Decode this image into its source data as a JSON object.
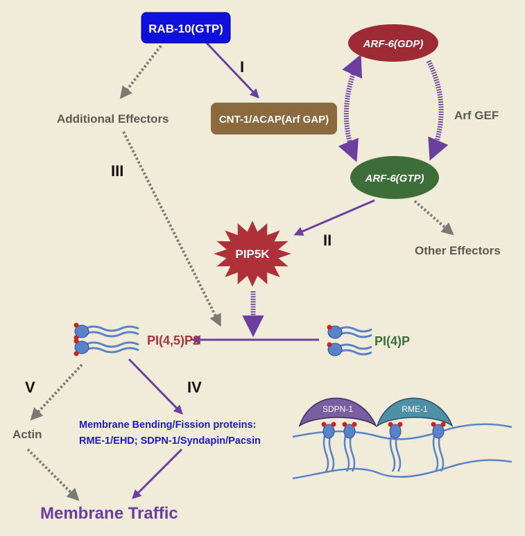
{
  "nodes": {
    "rab10": "RAB-10(GTP)",
    "cnt1": "CNT-1/ACAP(Arf GAP)",
    "arf6_gdp": "ARF-6(GDP)",
    "arf6_gtp": "ARF-6(GTP)",
    "arf_gef": "Arf GEF",
    "additional_effectors": "Additional Effectors",
    "other_effectors": "Other Effectors",
    "pip5k": "PIP5K",
    "pi45p2": "PI(4,5)P2",
    "pi4p": "PI(4)P",
    "actin": "Actin",
    "membrane_bending_line1": "Membrane Bending/Fission proteins:",
    "membrane_bending_line2": "RME-1/EHD;  SDPN-1/Syndapin/Pacsin",
    "membrane_traffic": "Membrane Traffic",
    "sdpn1": "SDPN-1",
    "rme1": "RME-1"
  },
  "pathway_labels": {
    "I": "I",
    "II": "II",
    "III": "III",
    "IV": "IV",
    "V": "V"
  },
  "colors": {
    "background": "#f0ecd9",
    "rab10_fill": "#1010dd",
    "cnt1_fill": "#8b6a3e",
    "arf6_gdp_fill": "#9e2a36",
    "arf6_gtp_fill": "#3d6e3a",
    "pip5k_fill": "#b0303a",
    "pi45p2_text": "#b0303a",
    "pi4p_text": "#3d6e3a",
    "arrow_purple": "#6b3fa0",
    "arrow_gray": "#7a7a72",
    "lipid_blue": "#5a82c8",
    "lipid_head_red": "#cc2222",
    "sdpn1_fill": "#7a5fa0",
    "rme1_fill": "#4f8fa8",
    "traffic_text": "#6b3fa0",
    "bending_text": "#1a1acc"
  }
}
